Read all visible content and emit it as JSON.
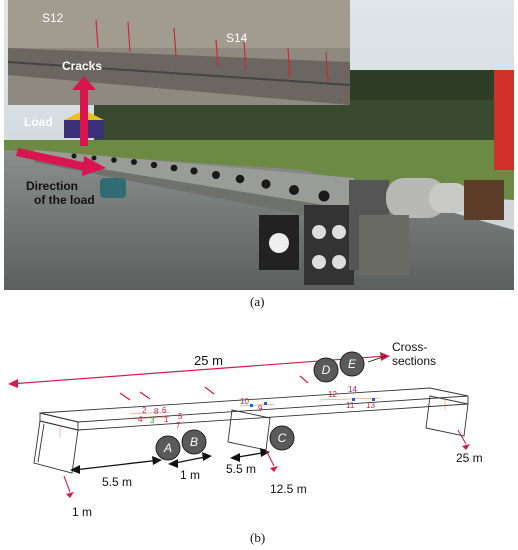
{
  "photo": {
    "inset_labels": {
      "s12": "S12",
      "s14": "S14",
      "cracks": "Cracks"
    },
    "annotations": {
      "load": "Load",
      "direction_line1": "Direction",
      "direction_line2": "of the load"
    }
  },
  "captions": {
    "a": "(a)",
    "b": "(b)"
  },
  "diagram": {
    "total_length": "25 m",
    "cross_sections_line1": "Cross-",
    "cross_sections_line2": "sections",
    "sections": [
      "A",
      "B",
      "C",
      "D",
      "E"
    ],
    "distances": {
      "d1": "5.5 m",
      "d2": "1 m",
      "d3": "5.5 m",
      "d4": "12.5 m",
      "d5": "1 m",
      "d6": "25 m"
    },
    "points": [
      "2",
      "8",
      "6",
      "4",
      "5",
      "3",
      "1",
      "7",
      "10",
      "9",
      "12",
      "14",
      "11",
      "13"
    ]
  }
}
